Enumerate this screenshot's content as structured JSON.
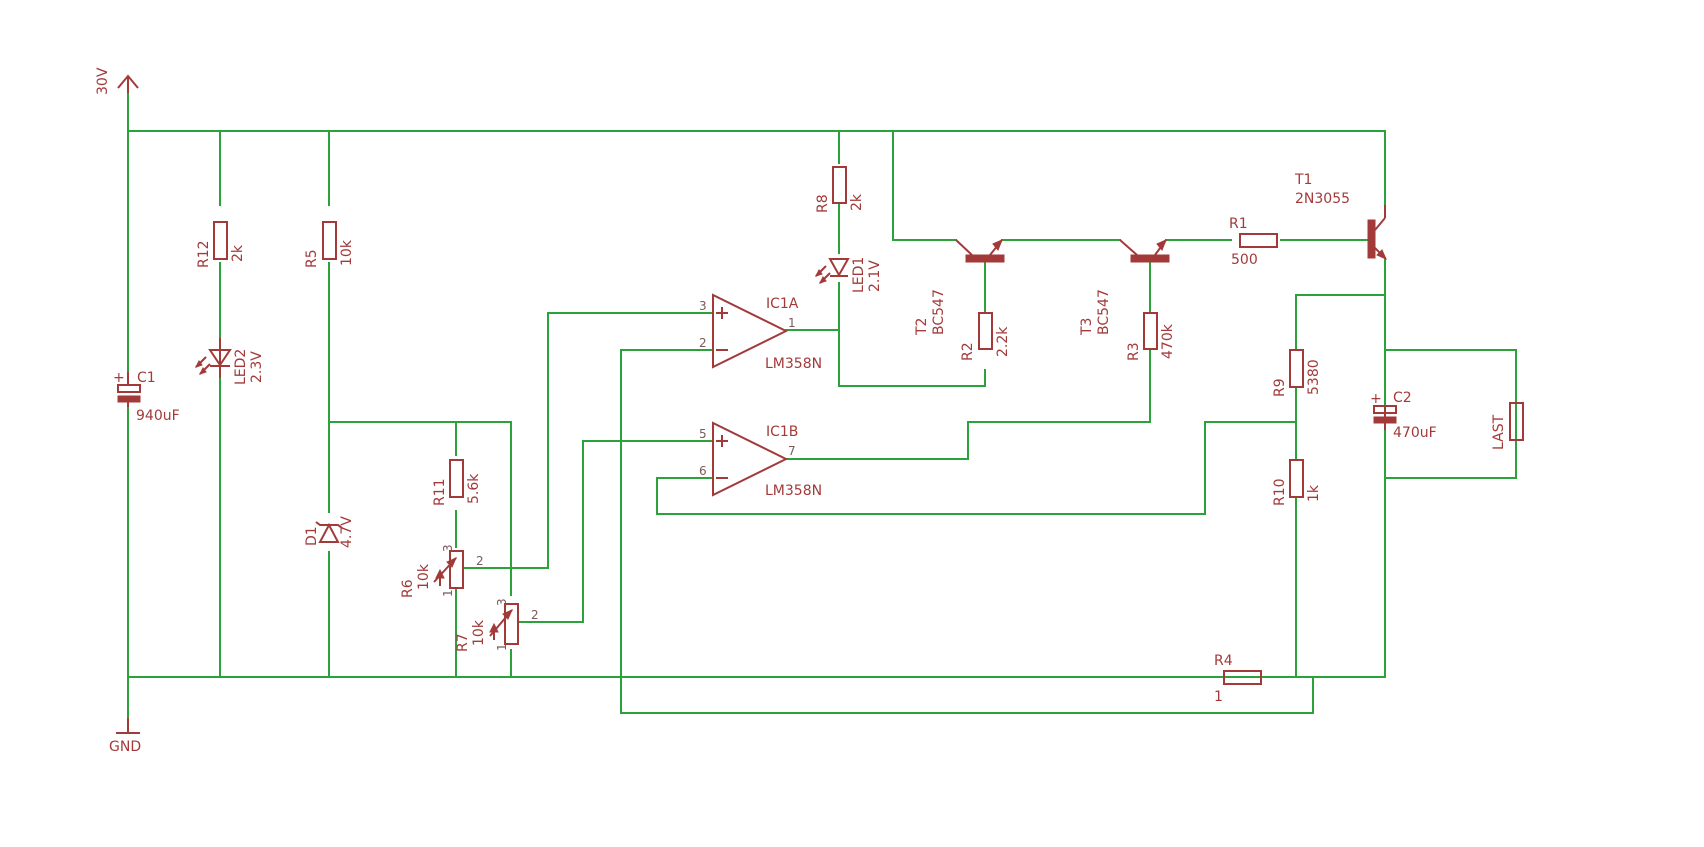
{
  "supply": {
    "label": "30V"
  },
  "ground": {
    "label": "GND"
  },
  "components": {
    "C1": {
      "name": "C1",
      "value": "940uF"
    },
    "C2": {
      "name": "C2",
      "value": "470uF"
    },
    "R1": {
      "name": "R1",
      "value": "500"
    },
    "R2": {
      "name": "R2",
      "value": "2.2k"
    },
    "R3": {
      "name": "R3",
      "value": "470k"
    },
    "R4": {
      "name": "R4",
      "value": "1"
    },
    "R5": {
      "name": "R5",
      "value": "10k"
    },
    "R6": {
      "name": "R6",
      "value": "10k"
    },
    "R7": {
      "name": "R7",
      "value": "10k"
    },
    "R8": {
      "name": "R8",
      "value": "2k"
    },
    "R9": {
      "name": "R9",
      "value": "5380"
    },
    "R10": {
      "name": "R10",
      "value": "1k"
    },
    "R11": {
      "name": "R11",
      "value": "5.6k"
    },
    "R12": {
      "name": "R12",
      "value": "2k"
    },
    "LED1": {
      "name": "LED1",
      "value": "2.1V"
    },
    "LED2": {
      "name": "LED2",
      "value": "2.3V"
    },
    "D1": {
      "name": "D1",
      "value": "4.7V"
    },
    "T1": {
      "name": "T1",
      "value": "2N3055"
    },
    "T2": {
      "name": "T2",
      "value": "BC547"
    },
    "T3": {
      "name": "T3",
      "value": "BC547"
    },
    "IC1A": {
      "name": "IC1A",
      "value": "LM358N"
    },
    "IC1B": {
      "name": "IC1B",
      "value": "LM358N"
    },
    "LAST": {
      "name": "LAST"
    }
  },
  "pins": {
    "ic1a_in_plus": "3",
    "ic1a_in_minus": "2",
    "ic1a_out": "1",
    "ic1b_in_plus": "5",
    "ic1b_in_minus": "6",
    "ic1b_out": "7",
    "r6_top": "3",
    "r6_wiper": "2",
    "r6_bottom": "1",
    "r7_top": "3",
    "r7_wiper": "2",
    "r7_bottom": "1"
  }
}
